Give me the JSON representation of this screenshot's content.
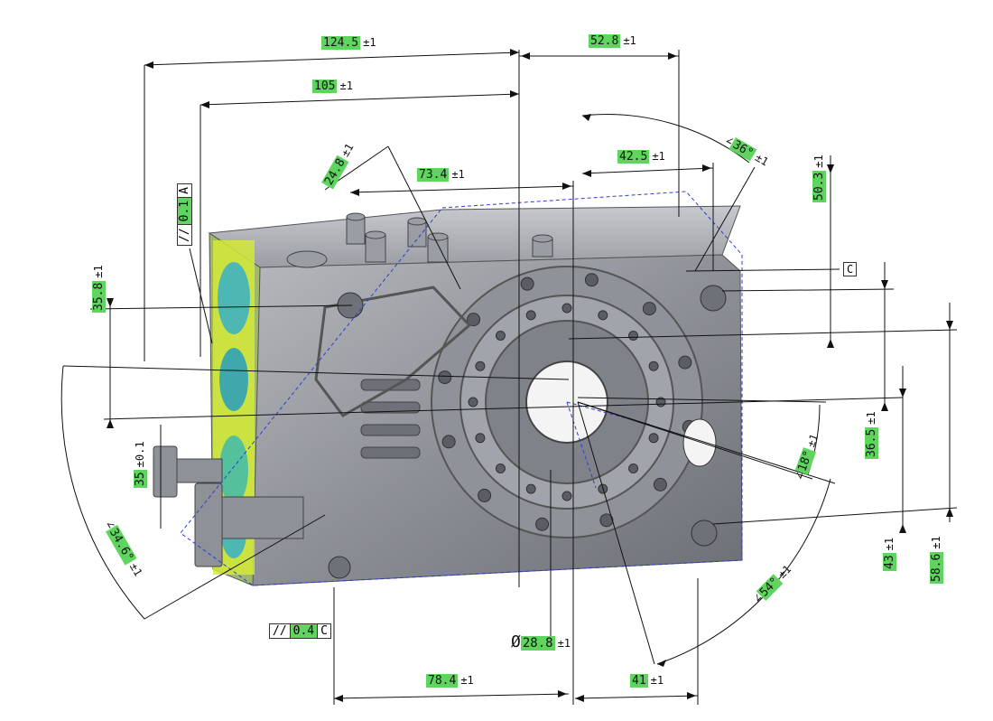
{
  "dimensions": [
    {
      "value": "124.5",
      "tol": "±1"
    },
    {
      "value": "52.8",
      "tol": "±1"
    },
    {
      "value": "105",
      "tol": "±1"
    },
    {
      "value": "24.8",
      "tol": "±1"
    },
    {
      "value": "73.4",
      "tol": "±1"
    },
    {
      "value": "42.5",
      "tol": "±1"
    },
    {
      "value": "36°",
      "tol": "±1"
    },
    {
      "value": "50.3",
      "tol": "±1"
    },
    {
      "value": "35.8",
      "tol": "±1"
    },
    {
      "value": "35",
      "tol": "±0.1"
    },
    {
      "value": "34.6°",
      "tol": "±1"
    },
    {
      "value": "18°",
      "tol": "±1"
    },
    {
      "value": "36.5",
      "tol": "±1"
    },
    {
      "value": "54°",
      "tol": "±1"
    },
    {
      "value": "43",
      "tol": "±1"
    },
    {
      "value": "58.6",
      "tol": "±1"
    },
    {
      "value": "28.8",
      "tol": "±1",
      "prefix": "Ø"
    },
    {
      "value": "78.4",
      "tol": "±1"
    },
    {
      "value": "41",
      "tol": "±1"
    }
  ],
  "feature_controls": [
    {
      "symbol": "//",
      "value": "0.1",
      "datum": "A"
    },
    {
      "symbol": "//",
      "value": "0.4",
      "datum": "C"
    }
  ],
  "datum_labels": [
    "C"
  ],
  "colors": {
    "highlight": "#5fd55f",
    "part": "#8c8f96",
    "line": "#111111",
    "dashed": "#2a3fd1",
    "mesh": "#c9e53a"
  }
}
